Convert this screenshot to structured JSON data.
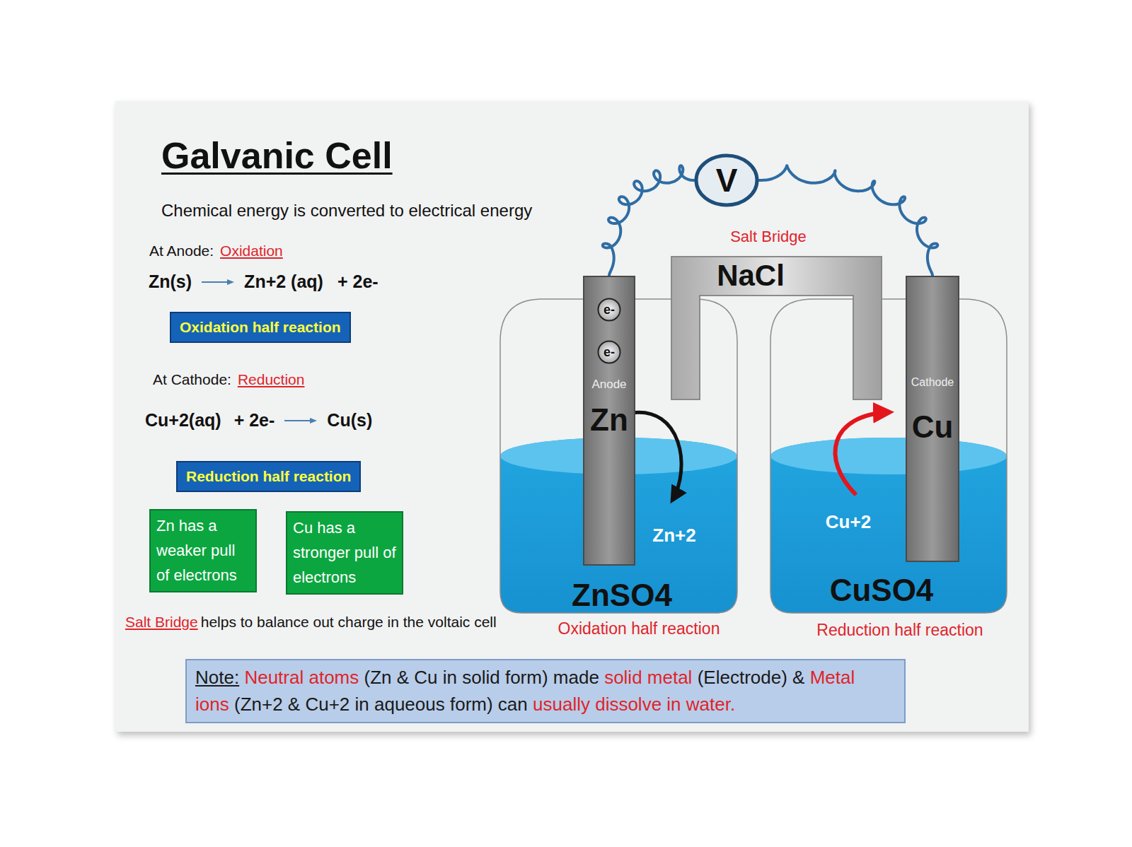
{
  "diagram": {
    "title": "Galvanic Cell",
    "nodes": [
      {
        "text": [
          "Oxidation half reaction"
        ]
      },
      {
        "text": [
          "Reduction half reaction"
        ]
      },
      {
        "text": [
          "Zn has a weaker pull of electrons"
        ]
      },
      {
        "text": [
          "Cu has a stronger pull of electrons"
        ]
      },
      {
        "text": [
          "V"
        ]
      },
      {
        "text": [
          "Salt Bridge",
          "NaCl"
        ]
      },
      {
        "text": [
          "Zn+2",
          "ZnSO4",
          "Oxidation half reaction"
        ]
      },
      {
        "text": [
          "Anode",
          "Zn"
        ]
      },
      {
        "text": [
          "e-"
        ],
        "in": 7
      },
      {
        "text": [
          "e-"
        ],
        "in": 7
      },
      {
        "text": [
          "Cu+2",
          "CuSO4",
          "Reduction half reaction"
        ]
      },
      {
        "text": [
          "Cathode",
          "Cu"
        ]
      },
      {
        "text": [
          "Note:",
          "Neutral atoms",
          "(Zn & Cu in solid form) made",
          "solid metal",
          "(Electrode)",
          "&",
          "Metal ions",
          "(Zn+2 & Cu+2 in aqueous form) can",
          "usually dissolve in water."
        ]
      }
    ],
    "edges": [
      {
        "from": 7,
        "to": 4,
        "arrow": "none"
      },
      {
        "from": 4,
        "to": 11,
        "arrow": "none"
      }
    ],
    "labels": [
      "Chemical energy is converted to electrical energy",
      "At Anode:",
      "Oxidation",
      "Zn(s)",
      "Zn+2 (aq)",
      "+ 2e-",
      "At Cathode:",
      "Reduction",
      "Cu+2(aq)",
      "+ 2e-",
      "Cu(s)",
      "Salt Bridge",
      "helps to balance out charge in the voltaic cell"
    ]
  }
}
